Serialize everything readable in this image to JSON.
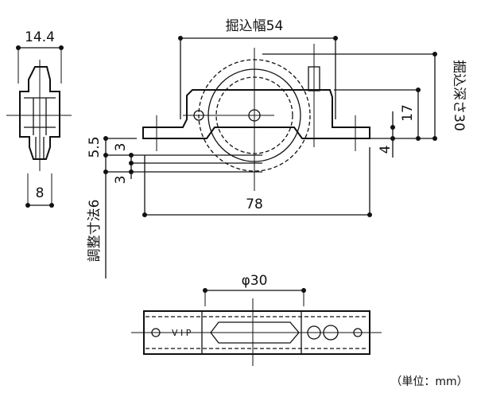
{
  "labels": {
    "side_width": "14.4",
    "side_bottom": "8",
    "digging_width": "掘込幅54",
    "digging_depth": "掘込深さ30",
    "height_17": "17",
    "flange_4": "4",
    "offset_5_5": "5.5",
    "offset_3_top": "3",
    "offset_3_bottom": "3",
    "adjust_range": "調整寸法6",
    "length_78": "78",
    "diameter": "φ30",
    "vip_mark": "V I P",
    "unit": "（単位：mm）"
  }
}
